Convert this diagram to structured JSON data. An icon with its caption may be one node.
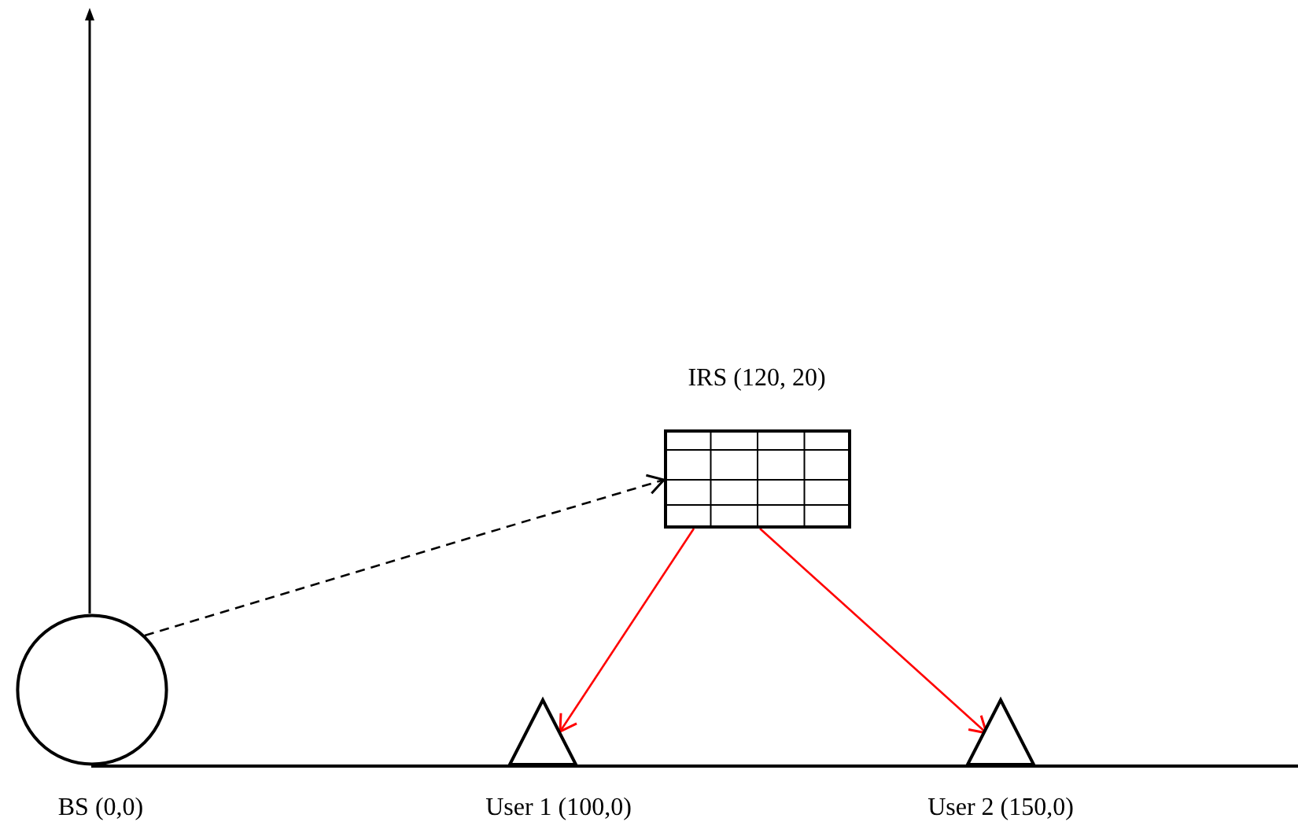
{
  "diagram": {
    "nodes": [
      {
        "text": [
          "BS (0,0)"
        ]
      },
      {
        "text": [
          "IRS (120, 20)"
        ]
      },
      {
        "text": [
          "User 1 (100,0)"
        ]
      },
      {
        "text": [
          "User 2 (150,0)"
        ]
      }
    ],
    "edges": [
      {
        "from": 0,
        "to": 1,
        "arrow": "to",
        "style": "dashed",
        "color": "#000000"
      },
      {
        "from": 1,
        "to": 2,
        "arrow": "to",
        "color": "#ff0000"
      },
      {
        "from": 1,
        "to": 3,
        "arrow": "to",
        "color": "#ff0000"
      }
    ]
  }
}
